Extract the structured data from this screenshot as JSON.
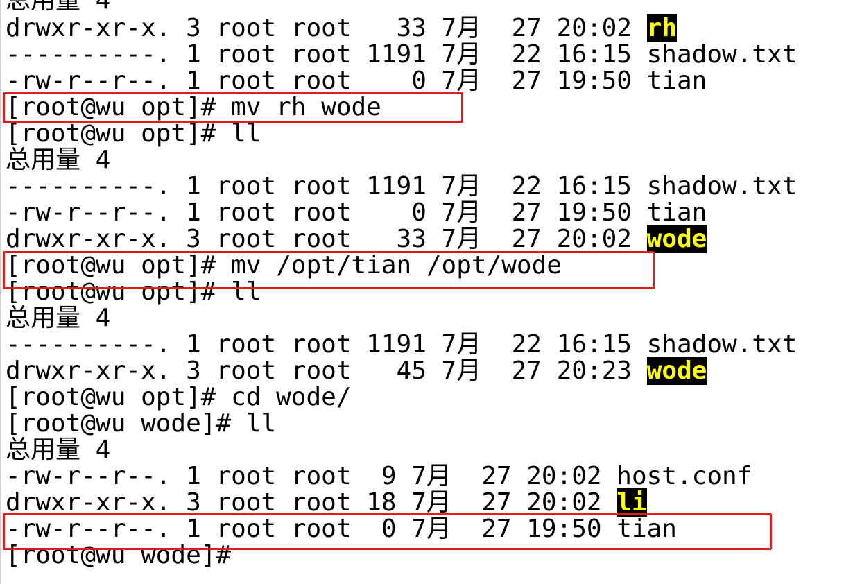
{
  "terminal": {
    "lines": [
      {
        "pre": "总用量 4",
        "hl": "",
        "post": ""
      },
      {
        "pre": "drwxr-xr-x. 3 root root   33 7月  27 20:02 ",
        "hl": "rh",
        "post": ""
      },
      {
        "pre": "----------. 1 root root 1191 7月  22 16:15 shadow.txt",
        "hl": "",
        "post": ""
      },
      {
        "pre": "-rw-r--r--. 1 root root    0 7月  27 19:50 tian",
        "hl": "",
        "post": ""
      },
      {
        "pre": "[root@wu opt]# mv rh wode",
        "hl": "",
        "post": ""
      },
      {
        "pre": "[root@wu opt]# ll",
        "hl": "",
        "post": ""
      },
      {
        "pre": "总用量 4",
        "hl": "",
        "post": ""
      },
      {
        "pre": "----------. 1 root root 1191 7月  22 16:15 shadow.txt",
        "hl": "",
        "post": ""
      },
      {
        "pre": "-rw-r--r--. 1 root root    0 7月  27 19:50 tian",
        "hl": "",
        "post": ""
      },
      {
        "pre": "drwxr-xr-x. 3 root root   33 7月  27 20:02 ",
        "hl": "wode",
        "post": ""
      },
      {
        "pre": "[root@wu opt]# mv /opt/tian /opt/wode",
        "hl": "",
        "post": ""
      },
      {
        "pre": "[root@wu opt]# ll",
        "hl": "",
        "post": ""
      },
      {
        "pre": "总用量 4",
        "hl": "",
        "post": ""
      },
      {
        "pre": "----------. 1 root root 1191 7月  22 16:15 shadow.txt",
        "hl": "",
        "post": ""
      },
      {
        "pre": "drwxr-xr-x. 3 root root   45 7月  27 20:23 ",
        "hl": "wode",
        "post": ""
      },
      {
        "pre": "[root@wu opt]# cd wode/",
        "hl": "",
        "post": ""
      },
      {
        "pre": "[root@wu wode]# ll",
        "hl": "",
        "post": ""
      },
      {
        "pre": "总用量 4",
        "hl": "",
        "post": ""
      },
      {
        "pre": "-rw-r--r--. 1 root root  9 7月  27 20:02 host.conf",
        "hl": "",
        "post": ""
      },
      {
        "pre": "drwxr-xr-x. 3 root root 18 7月  27 20:02 ",
        "hl": "li",
        "post": ""
      },
      {
        "pre": "-rw-r--r--. 1 root root  0 7月  27 19:50 tian",
        "hl": "",
        "post": ""
      },
      {
        "pre": "[root@wu wode]#",
        "hl": "",
        "post": ""
      }
    ]
  },
  "colors": {
    "annotation_box": "#e21b1b",
    "dir_highlight_bg": "#000000",
    "dir_highlight_fg": "#ffff00"
  }
}
